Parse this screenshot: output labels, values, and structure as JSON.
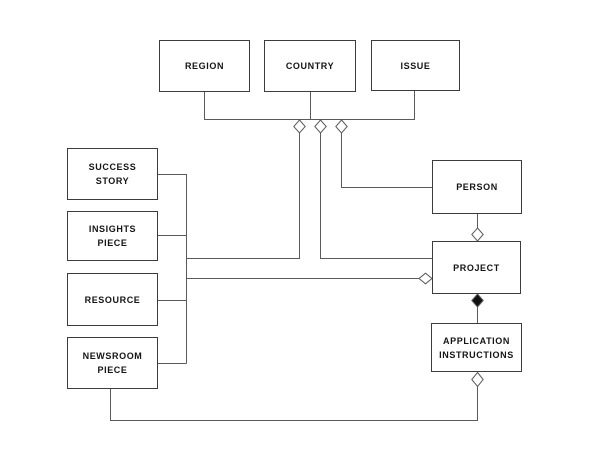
{
  "diagram": {
    "type": "entity-relationship",
    "nodes": {
      "region": {
        "label": "REGION"
      },
      "country": {
        "label": "COUNTRY"
      },
      "issue": {
        "label": "ISSUE"
      },
      "success_story": {
        "label": "SUCCESS STORY"
      },
      "insights_piece": {
        "label": "INSIGHTS PIECE"
      },
      "resource": {
        "label": "RESOURCE"
      },
      "newsroom_piece": {
        "label": "NEWSROOM PIECE"
      },
      "person": {
        "label": "PERSON"
      },
      "project": {
        "label": "PROJECT"
      },
      "application_instructions": {
        "label": "APPLICATION INSTRUCTIONS"
      }
    },
    "edges": [
      {
        "from": "REGION",
        "to": "taxonomy-bus",
        "type": "line"
      },
      {
        "from": "COUNTRY",
        "to": "taxonomy-bus",
        "type": "line"
      },
      {
        "from": "ISSUE",
        "to": "taxonomy-bus",
        "type": "line"
      },
      {
        "from": "SUCCESS STORY",
        "to": "content-trunk",
        "type": "line"
      },
      {
        "from": "INSIGHTS PIECE",
        "to": "content-trunk",
        "type": "line"
      },
      {
        "from": "RESOURCE",
        "to": "content-trunk",
        "type": "line"
      },
      {
        "from": "NEWSROOM PIECE",
        "to": "content-trunk",
        "type": "line"
      },
      {
        "from": "content-trunk",
        "to": "taxonomy-bus",
        "type": "aggregation",
        "diamond_at": "taxonomy-bus"
      },
      {
        "from": "PROJECT",
        "to": "taxonomy-bus",
        "type": "aggregation",
        "diamond_at": "taxonomy-bus"
      },
      {
        "from": "PERSON",
        "to": "taxonomy-bus",
        "type": "aggregation",
        "diamond_at": "taxonomy-bus"
      },
      {
        "from": "PERSON",
        "to": "PROJECT",
        "type": "aggregation",
        "diamond_at": "PROJECT"
      },
      {
        "from": "content-trunk",
        "to": "PROJECT",
        "type": "aggregation",
        "diamond_at": "PROJECT"
      },
      {
        "from": "APPLICATION INSTRUCTIONS",
        "to": "PROJECT",
        "type": "composition",
        "diamond_at": "PROJECT"
      },
      {
        "from": "NEWSROOM PIECE",
        "to": "APPLICATION INSTRUCTIONS",
        "type": "aggregation",
        "diamond_at": "APPLICATION INSTRUCTIONS"
      }
    ],
    "colors": {
      "background": "#ffffff",
      "box_border": "#3c3c3c",
      "box_fill": "#ffffff",
      "line": "#5a5a5a",
      "text": "#141414",
      "composition_diamond_fill": "#111111",
      "aggregation_diamond_fill": "#ffffff"
    }
  }
}
